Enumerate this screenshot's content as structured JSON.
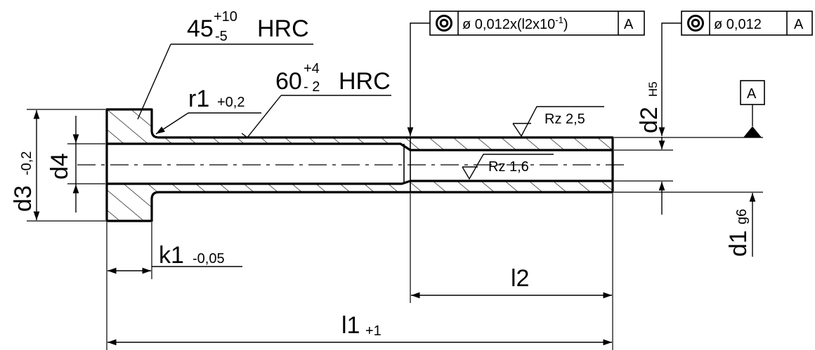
{
  "hardness": {
    "head": {
      "value": "45",
      "upper": "+10",
      "lower": "-5",
      "unit": "HRC"
    },
    "shank": {
      "value": "60",
      "upper": "+4",
      "lower": "- 2",
      "unit": "HRC"
    }
  },
  "radius": {
    "label": "r1",
    "tol": "+0,2"
  },
  "roughness": {
    "outer": "Rz 2,5",
    "bore": "Rz 1,6"
  },
  "tolerance_frames": {
    "long": {
      "symbol": "concentricity-icon",
      "value_prefix": "ø 0,012x(l2x10",
      "value_sup": "-1",
      "value_suffix": ")",
      "datum": "A"
    },
    "short": {
      "symbol": "concentricity-icon",
      "value": "ø 0,012",
      "datum": "A"
    }
  },
  "datum": {
    "label": "A"
  },
  "dimensions": {
    "d3": {
      "label": "d3",
      "tol": "-0,2"
    },
    "d4": {
      "label": "d4"
    },
    "d2": {
      "label": "d2",
      "tol": "H5"
    },
    "d1": {
      "label": "d1",
      "tol": "g6"
    },
    "k1": {
      "label": "k1",
      "tol": "-0,05"
    },
    "l2": {
      "label": "l2"
    },
    "l1": {
      "label": "l1",
      "tol": "+1"
    }
  }
}
